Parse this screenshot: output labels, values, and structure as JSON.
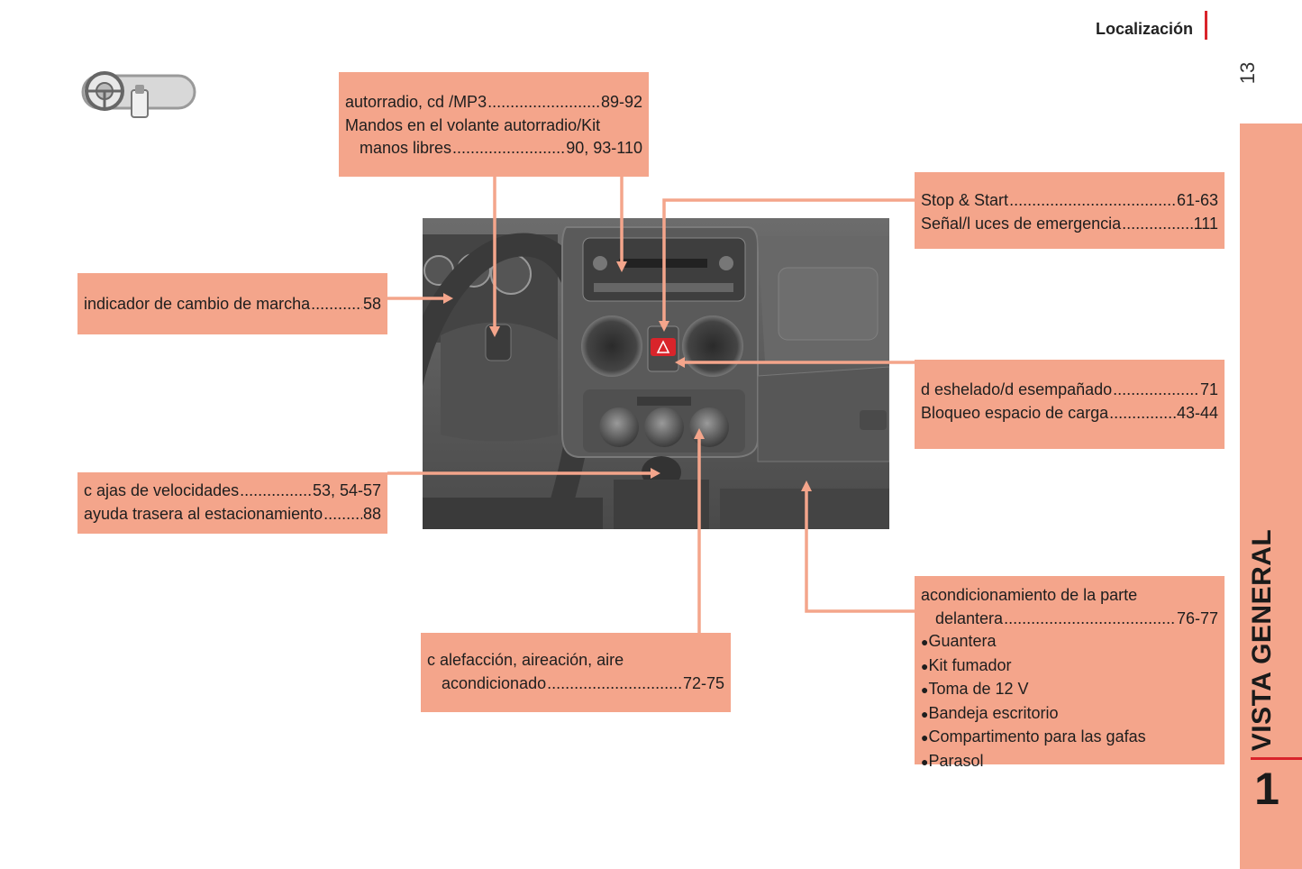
{
  "header": {
    "section": "Localización",
    "page_number": "13"
  },
  "chapter": {
    "title": "VISTA GENERAL",
    "number": "1"
  },
  "icons": {
    "thumbnail": "dashboard-thumbnail-icon"
  },
  "colors": {
    "callout_bg": "#f4a58b",
    "accent_red": "#d9242b",
    "leader_line": "#f4a58b"
  },
  "callouts": {
    "audio": {
      "r1_label": "autorradio, cd /MP3",
      "r1_page": "89-92",
      "r2_text": "Mandos en el volante autorradio/Kit",
      "r3_label": "manos libres",
      "r3_page": "90, 93-110"
    },
    "gear_indicator": {
      "r1_label": "indicador de cambio de marcha",
      "r1_page": "58"
    },
    "stop_start": {
      "r1_label": "Stop & Start",
      "r1_page": "61-63",
      "r2_label": "Señal/l uces de emergencia",
      "r2_page": "111"
    },
    "defrost": {
      "r1_label": "d eshelado/d esempañado",
      "r1_page": "71",
      "r2_label": "Bloqueo espacio de carga",
      "r2_page": "43-44"
    },
    "gearbox": {
      "r1_label": "c ajas de velocidades",
      "r1_page": "53, 54-57",
      "r2_label": "ayuda trasera al estacionamiento",
      "r2_page": "88"
    },
    "heating": {
      "r1_text": "c alefacción, aireación, aire",
      "r2_label": "acondicionado",
      "r2_page": "72-75"
    },
    "ac_front": {
      "r1_text": "acondicionamiento de la parte",
      "r2_label": "delantera",
      "r2_page": "76-77",
      "bullets": [
        "Guantera",
        "Kit fumador",
        "Toma de 12 V",
        "Bandeja escritorio",
        "Compartimento para las gafas",
        "Parasol"
      ]
    }
  }
}
